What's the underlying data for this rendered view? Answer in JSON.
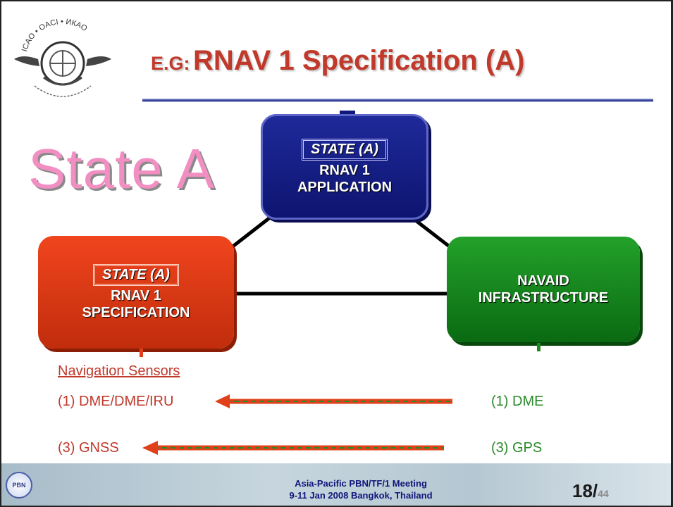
{
  "header": {
    "title_prefix": "E.G:",
    "title_main": "RNAV 1 Specification (A)"
  },
  "logo": {
    "icon": "icao-emblem-icon",
    "ring_text": "ICAO • OACI • ИКАО"
  },
  "big_label": "State A",
  "boxes": {
    "application": {
      "tag": "STATE (A)",
      "line1": "RNAV 1",
      "line2": "APPLICATION",
      "color": "#0d1470"
    },
    "specification": {
      "tag": "STATE (A)",
      "line1": "RNAV 1",
      "line2": "SPECIFICATION",
      "color": "#c12d0c"
    },
    "navaid": {
      "line1": "NAVAID",
      "line2": "INFRASTRUCTURE",
      "color": "#0a6a12"
    }
  },
  "sensors": {
    "title": "Navigation Sensors",
    "left_items": [
      "(1) DME/DME/IRU",
      "(3) GNSS"
    ],
    "right_items": [
      "(1) DME",
      "(3) GPS"
    ]
  },
  "footer": {
    "logo_text": "PBN",
    "meeting_line1": "Asia-Pacific PBN/TF/1 Meeting",
    "meeting_line2": "9-11 Jan 2008  Bangkok, Thailand",
    "page_current": "18/",
    "page_total": "44"
  },
  "colors": {
    "title": "#c0392b",
    "accent_pink": "#f28fc2",
    "arrow_red": "#e0401a",
    "arrow_green": "#2a8a2a"
  }
}
